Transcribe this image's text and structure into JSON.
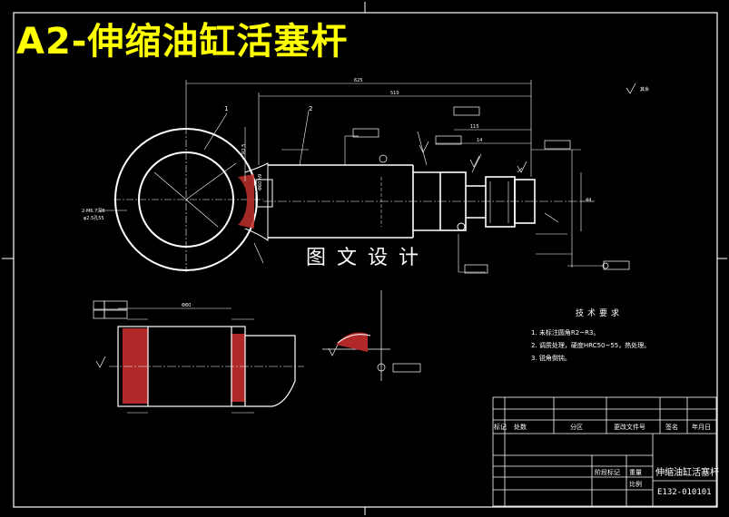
{
  "title": "A2-伸缩油缸活塞杆",
  "watermark": "图文设计",
  "tech_requirements": {
    "heading": "技术要求",
    "lines": [
      "1. 未标注圆角R2~R3。",
      "2. 调质处理，硬度HRC50~55，热处理。",
      "3. 锐角倒钝。"
    ]
  },
  "title_block": {
    "part_name": "伸缩油缸活塞杆",
    "drawing_code": "E132-010101",
    "header_cells": [
      "标记",
      "处数",
      "分区",
      "更改文件号",
      "签名",
      "年月日"
    ],
    "stage_label": "阶段标记",
    "weight_label": "重量",
    "scale_label": "比例"
  },
  "callouts": [
    "1",
    "2"
  ],
  "colors": {
    "background": "#000000",
    "lines": "#ffffff",
    "title": "#ffff00",
    "section_fill": "#c0302a",
    "accent": "#ff3030"
  }
}
